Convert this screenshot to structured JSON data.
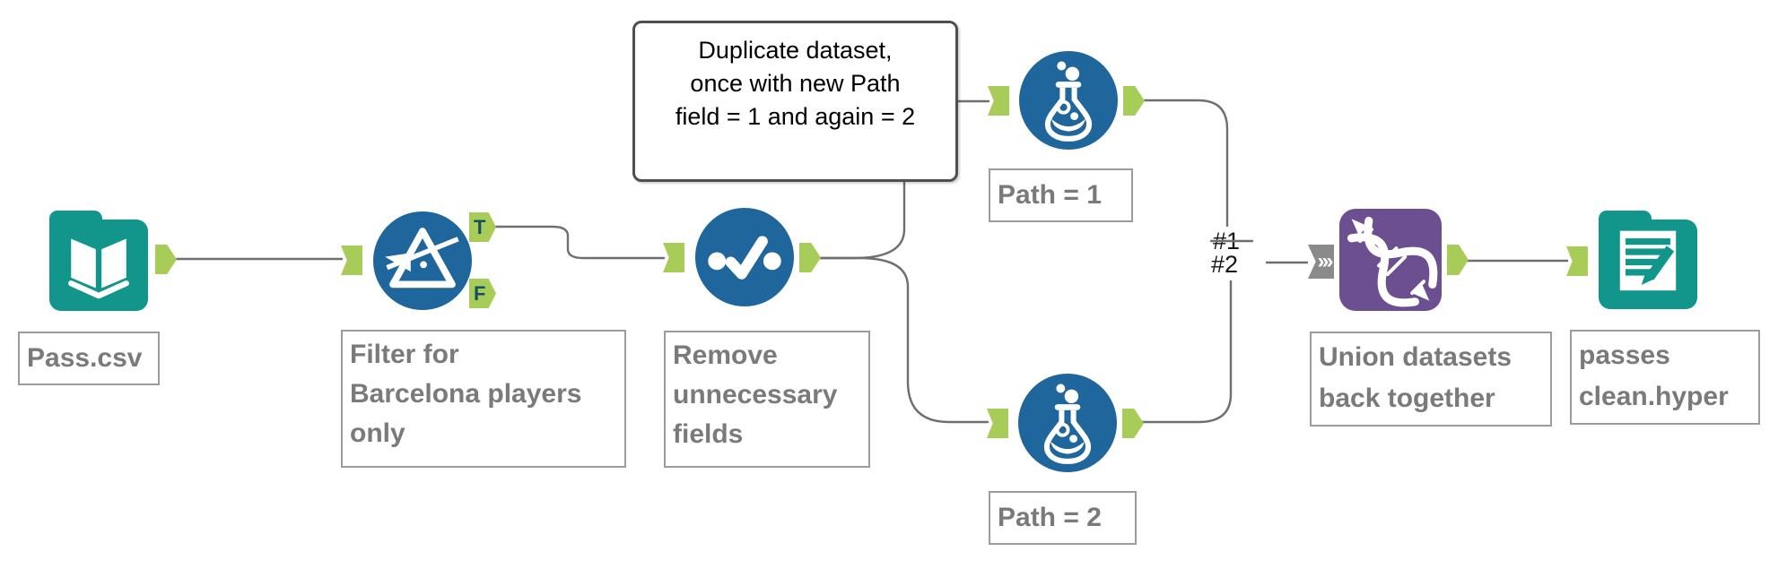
{
  "canvas": {
    "background": "#ffffff"
  },
  "colors": {
    "tool_teal": "#12968B",
    "tool_blue": "#1F669D",
    "tool_purple": "#6B4F90",
    "anchor_green": "#A8CC58",
    "marker_gray": "#8A8A8A",
    "wire_gray": "#6F6F6F",
    "caption_text_gray": "#7A7A7A"
  },
  "comment_box": {
    "lines": [
      "Duplicate dataset,",
      "once with new Path",
      "field = 1 and again = 2"
    ]
  },
  "tools": {
    "input": {
      "caption": "Pass.csv"
    },
    "filter": {
      "caption_lines": [
        "Filter for",
        "Barcelona players",
        "only"
      ],
      "true_anchor": "T",
      "false_anchor": "F"
    },
    "select": {
      "caption_lines": [
        "Remove",
        "unnecessary",
        "fields"
      ]
    },
    "formula1": {
      "caption": "Path = 1"
    },
    "formula2": {
      "caption": "Path = 2"
    },
    "union": {
      "caption_lines": [
        "Union datasets",
        "back together"
      ],
      "input_marker_chevrons": "›››"
    },
    "output": {
      "caption_lines": [
        "passes",
        "clean.hyper"
      ]
    }
  },
  "connection_labels": {
    "first": "#1",
    "second": "#2"
  }
}
